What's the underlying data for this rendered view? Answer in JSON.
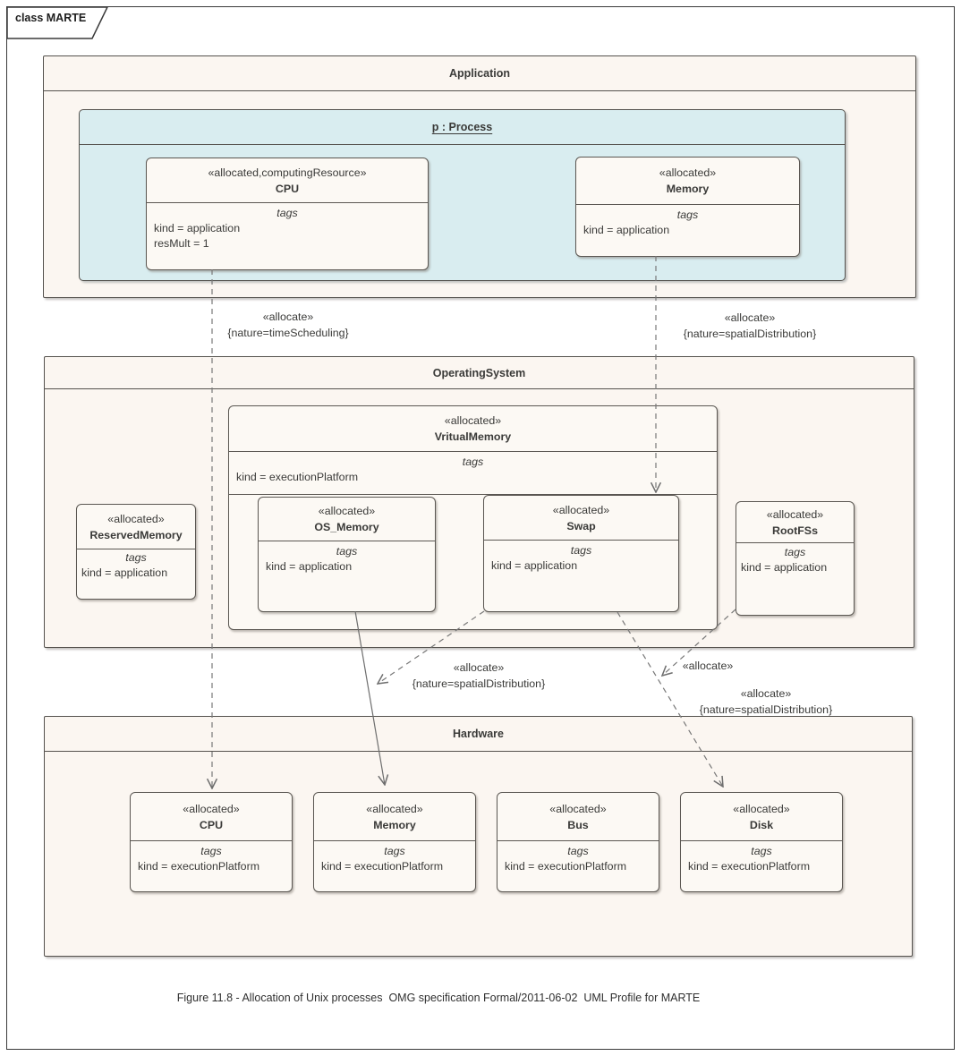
{
  "diagram": {
    "tab_label": "class MARTE",
    "caption": "Figure 11.8 - Allocation of Unix processes  OMG specification Formal/2011-06-02  UML Profile for MARTE"
  },
  "colors": {
    "package_fill": "#FBF6F1",
    "class_fill": "#FCF9F4",
    "process_fill": "#D9EDF0",
    "border": "#55524E",
    "connector": "#6E6E6E",
    "text": "#3A3A38"
  },
  "packages": {
    "application": {
      "name": "Application"
    },
    "operating_system": {
      "name": "OperatingSystem"
    },
    "hardware": {
      "name": "Hardware"
    }
  },
  "process": {
    "name": "p : Process"
  },
  "classes": {
    "app_cpu": {
      "stereotype": "«allocated,computingResource»",
      "name": "CPU",
      "tags_label": "tags",
      "lines": [
        "kind = application",
        "resMult = 1"
      ]
    },
    "app_memory": {
      "stereotype": "«allocated»",
      "name": "Memory",
      "tags_label": "tags",
      "lines": [
        "kind = application"
      ]
    },
    "virtual_memory": {
      "stereotype": "«allocated»",
      "name": "VritualMemory",
      "tags_label": "tags",
      "lines": [
        "kind = executionPlatform"
      ]
    },
    "reserved_memory": {
      "stereotype": "«allocated»",
      "name": "ReservedMemory",
      "tags_label": "tags",
      "lines": [
        "kind = application"
      ]
    },
    "os_memory": {
      "stereotype": "«allocated»",
      "name": "OS_Memory",
      "tags_label": "tags",
      "lines": [
        "kind = application"
      ]
    },
    "swap": {
      "stereotype": "«allocated»",
      "name": "Swap",
      "tags_label": "tags",
      "lines": [
        "kind = application"
      ]
    },
    "rootfss": {
      "stereotype": "«allocated»",
      "name": "RootFSs",
      "tags_label": "tags",
      "lines": [
        "kind = application"
      ]
    },
    "hw_cpu": {
      "stereotype": "«allocated»",
      "name": "CPU",
      "tags_label": "tags",
      "lines": [
        "kind = executionPlatform"
      ]
    },
    "hw_memory": {
      "stereotype": "«allocated»",
      "name": "Memory",
      "tags_label": "tags",
      "lines": [
        "kind = executionPlatform"
      ]
    },
    "hw_bus": {
      "stereotype": "«allocated»",
      "name": "Bus",
      "tags_label": "tags",
      "lines": [
        "kind = executionPlatform"
      ]
    },
    "hw_disk": {
      "stereotype": "«allocated»",
      "name": "Disk",
      "tags_label": "tags",
      "lines": [
        "kind = executionPlatform"
      ]
    }
  },
  "connectors": {
    "cpu_allocation": {
      "stereotype": "«allocate»",
      "constraint": "{nature=timeScheduling}"
    },
    "memory_allocation": {
      "stereotype": "«allocate»",
      "constraint": "{nature=spatialDistribution}"
    },
    "swap_memory_allocation": {
      "stereotype": "«allocate»",
      "constraint": "{nature=spatialDistribution}"
    },
    "rootfss_allocation": {
      "stereotype": "«allocate»"
    },
    "swap_disk_allocation": {
      "stereotype": "«allocate»",
      "constraint": "{nature=spatialDistribution}"
    }
  }
}
